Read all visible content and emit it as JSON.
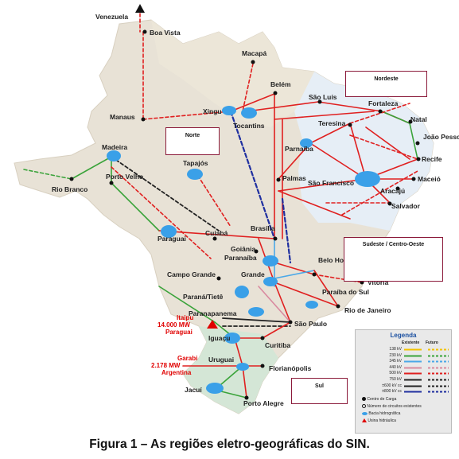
{
  "caption": "Figura 1 – As regiões eletro-geográficas do SIN.",
  "regions": [
    {
      "id": "nordeste",
      "label": "Nordeste"
    },
    {
      "id": "norte",
      "label": "Norte"
    },
    {
      "id": "sudeste",
      "label": "Sudeste / Centro-Oeste"
    },
    {
      "id": "sul",
      "label": "Sul"
    }
  ],
  "cities": {
    "venezuela": "Venezuela",
    "boa_vista": "Boa Vista",
    "macapa": "Macapá",
    "manaus": "Manaus",
    "belem": "Belém",
    "sao_luis": "São Luís",
    "fortaleza": "Fortaleza",
    "natal": "Natal",
    "joao_pessoa": "João Pessoa",
    "recife": "Recife",
    "maceio": "Maceió",
    "aracaju": "Aracajú",
    "salvador": "Salvador",
    "teresina": "Teresina",
    "palmas": "Palmas",
    "rio_branco": "Rio Branco",
    "porto_velho": "Porto Velho",
    "cuiaba": "Cuiabá",
    "brasilia": "Brasília",
    "goiania": "Goiânia",
    "campo_grande": "Campo Grande",
    "belo_horizonte": "Belo Horizonte",
    "vitoria": "Vitória",
    "rio_de_janeiro": "Rio de Janeiro",
    "sao_paulo": "São Paulo",
    "curitiba": "Curitiba",
    "florianopolis": "Florianópolis",
    "porto_alegre": "Porto Alegre"
  },
  "basins": {
    "xingu": "Xingu",
    "tocantins": "Tocantins",
    "parnaiba": "Parnaíba",
    "sao_francisco": "São Francisco",
    "madeira": "Madeira",
    "tapajos": "Tapajós",
    "paraguai": "Paraguai",
    "paranaiba": "Paranaíba",
    "grande": "Grande",
    "parana_tiete": "Paraná/Tietê",
    "paranapanema": "Paranapanema",
    "paraiba_do_sul": "Paraíba do Sul",
    "iguacu": "Iguaçu",
    "uruguai": "Uruguai",
    "jacui": "Jacuí"
  },
  "annotations": {
    "itaipu": [
      "Itaipu",
      "14.000 MW",
      "Paraguai"
    ],
    "garabi": [
      "Garabi",
      "2.178 MW",
      "Argentina"
    ]
  },
  "legend": {
    "title": "Legenda",
    "col_existing": "Existente",
    "col_future": "Futuro",
    "voltages": [
      {
        "label": "138 kV",
        "color": "#f2c200"
      },
      {
        "label": "230 kV",
        "color": "#3aa33a"
      },
      {
        "label": "345 kV",
        "color": "#4aa8e8"
      },
      {
        "label": "440 kV",
        "color": "#d98aa0"
      },
      {
        "label": "500 kV",
        "color": "#e02020"
      },
      {
        "label": "750 kV",
        "color": "#222222"
      },
      {
        "label": "±600 kV cc",
        "color": "#222222"
      },
      {
        "label": "±800 kV cc",
        "color": "#1f2fa0"
      }
    ],
    "symbols": [
      {
        "icon": "load-center-icon",
        "label": "Centro de Carga"
      },
      {
        "icon": "circuit-count-icon",
        "label": "Número de circuitos existentes"
      },
      {
        "icon": "basin-icon",
        "label": "Bacia hidrográfica"
      },
      {
        "icon": "hydro-plant-icon",
        "label": "Usina hidráulica"
      }
    ]
  }
}
